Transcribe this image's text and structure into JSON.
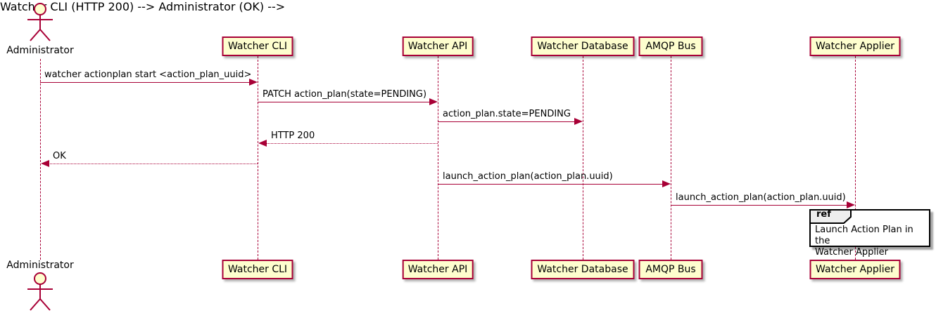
{
  "diagram": {
    "type": "sequence",
    "actor": {
      "name": "Administrator"
    },
    "participants": [
      {
        "label": "Watcher CLI"
      },
      {
        "label": "Watcher API"
      },
      {
        "label": "Watcher Database"
      },
      {
        "label": "AMQP Bus"
      },
      {
        "label": "Watcher Applier"
      }
    ],
    "messages": [
      {
        "from": "Administrator",
        "to": "Watcher CLI",
        "label": "watcher actionplan start <action_plan_uuid>",
        "line": "solid",
        "direction": "right"
      },
      {
        "from": "Watcher CLI",
        "to": "Watcher API",
        "label": "PATCH action_plan(state=PENDING)",
        "line": "solid",
        "direction": "right"
      },
      {
        "from": "Watcher API",
        "to": "Watcher Database",
        "label": "action_plan.state=PENDING",
        "line": "solid",
        "direction": "right"
      },
      {
        "from": "Watcher API",
        "to": "Watcher CLI",
        "label": "HTTP 200",
        "line": "dotted",
        "direction": "left"
      },
      {
        "from": "Watcher CLI",
        "to": "Administrator",
        "label": "OK",
        "line": "dotted",
        "direction": "left"
      },
      {
        "from": "Watcher API",
        "to": "AMQP Bus",
        "label": "launch_action_plan(action_plan.uuid)",
        "line": "solid",
        "direction": "right"
      },
      {
        "from": "AMQP Bus",
        "to": "Watcher Applier",
        "label": "launch_action_plan(action_plan.uuid)",
        "line": "solid",
        "direction": "right"
      }
    ],
    "ref": {
      "tab_label": "ref",
      "text": "Launch Action Plan in the\nWatcher Applier"
    },
    "colors": {
      "accent": "#A80036",
      "participant_fill": "#FEFECE",
      "ref_tab_fill": "#EEEEEE",
      "text": "#000000",
      "background": "#FFFFFF"
    }
  }
}
